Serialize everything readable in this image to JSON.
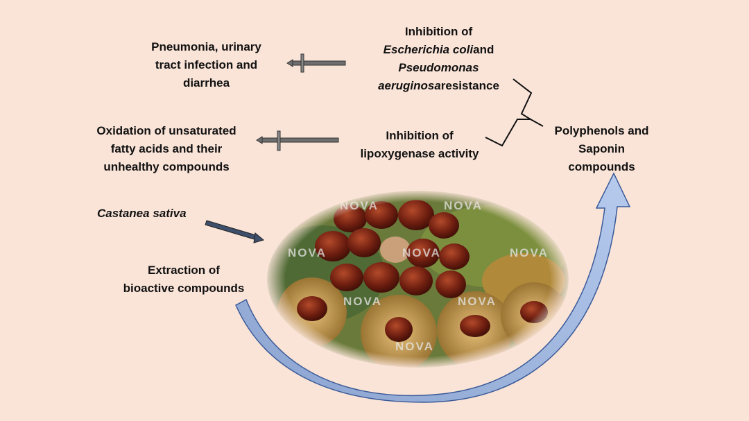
{
  "labels": {
    "pneumonia": [
      "Pneumonia, urinary",
      "tract infection and",
      "diarrhea"
    ],
    "inhibition_ecoli": {
      "line1": "Inhibition of",
      "ecoli": "Escherichia coli",
      "and": "and",
      "pseudomonas": "Pseudomonas",
      "aeruginosa": "aeruginosa",
      "resistance": "resistance"
    },
    "oxidation": [
      "Oxidation of unsaturated",
      "fatty acids and their",
      "unhealthy compounds"
    ],
    "inhibition_lipox": [
      "Inhibition of",
      "lipoxygenase activity"
    ],
    "polyphenols": [
      "Polyphenols and",
      "Saponin",
      "compounds"
    ],
    "castanea": "Castanea sativa",
    "extraction": [
      "Extraction of",
      "bioactive compounds"
    ]
  },
  "image": {
    "subject": "chestnut-photo",
    "watermark": "NOVA"
  },
  "colors": {
    "background": "#fae4d8",
    "curved_arrow_fill": "#a7bde4",
    "curved_arrow_stroke": "#3a5a98",
    "dark_arrow": "#3d4f6b",
    "grey_arrow": "#6e6e6e"
  }
}
